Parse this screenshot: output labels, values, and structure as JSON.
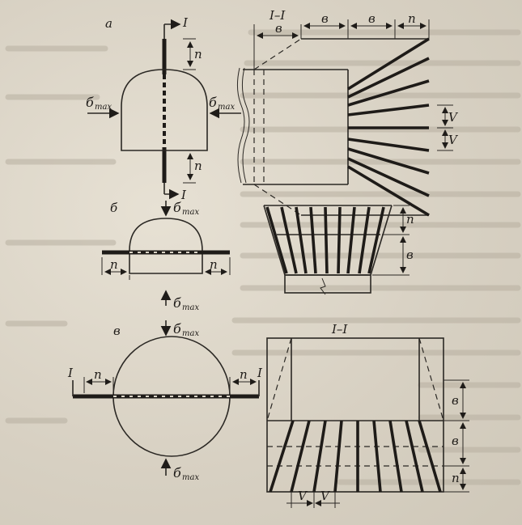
{
  "labels": {
    "a": "а",
    "b": "б",
    "v": "в",
    "section_left": "I",
    "section_right": "I",
    "section_title": "I–I",
    "dim_n": "n",
    "dim_b": "в",
    "dim_v": "V",
    "sigma": "б",
    "max": "max"
  }
}
